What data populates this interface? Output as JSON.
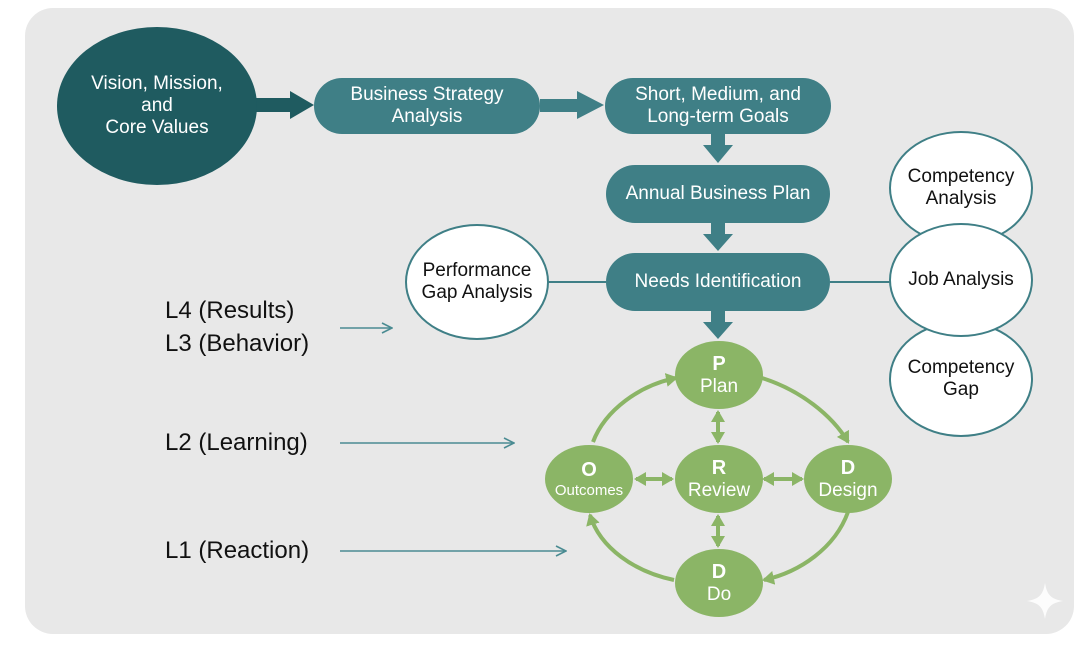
{
  "nodes": {
    "vision": [
      "Vision, Mission,",
      "and",
      "Core Values"
    ],
    "strategy": [
      "Business Strategy",
      "Analysis"
    ],
    "goals": [
      "Short, Medium, and",
      "Long-term Goals"
    ],
    "annual": "Annual Business Plan",
    "needs": "Needs Identification",
    "perf_gap": [
      "Performance",
      "Gap Analysis"
    ],
    "competency_analysis": [
      "Competency",
      "Analysis"
    ],
    "job_analysis": "Job Analysis",
    "competency_gap": [
      "Competency",
      "Gap"
    ]
  },
  "pdrd": {
    "plan": {
      "letter": "P",
      "word": "Plan"
    },
    "design": {
      "letter": "D",
      "word": "Design"
    },
    "do": {
      "letter": "D",
      "word": "Do"
    },
    "outcomes": {
      "letter": "O",
      "word": "Outcomes"
    },
    "review": {
      "letter": "R",
      "word": "Review"
    }
  },
  "levels": {
    "l4": "L4 (Results)",
    "l3": "L3 (Behavior)",
    "l2": "L2 (Learning)",
    "l1": "L1 (Reaction)"
  },
  "colors": {
    "dark_teal": "#1f5b60",
    "teal": "#3f7f86",
    "green": "#8bb566",
    "panel": "#e8e8e8"
  }
}
